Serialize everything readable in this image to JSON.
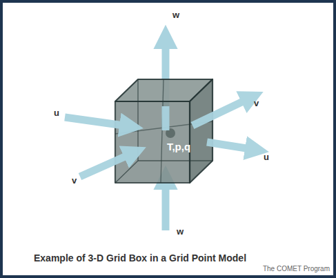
{
  "diagram": {
    "caption": "Example of 3-D Grid Box in a Grid Point Model",
    "nodes": [
      {
        "text": [
          "T,p,q"
        ]
      }
    ],
    "labels": [
      "w",
      "u",
      "v",
      "v",
      "u",
      "w",
      "The COMET Program"
    ]
  }
}
